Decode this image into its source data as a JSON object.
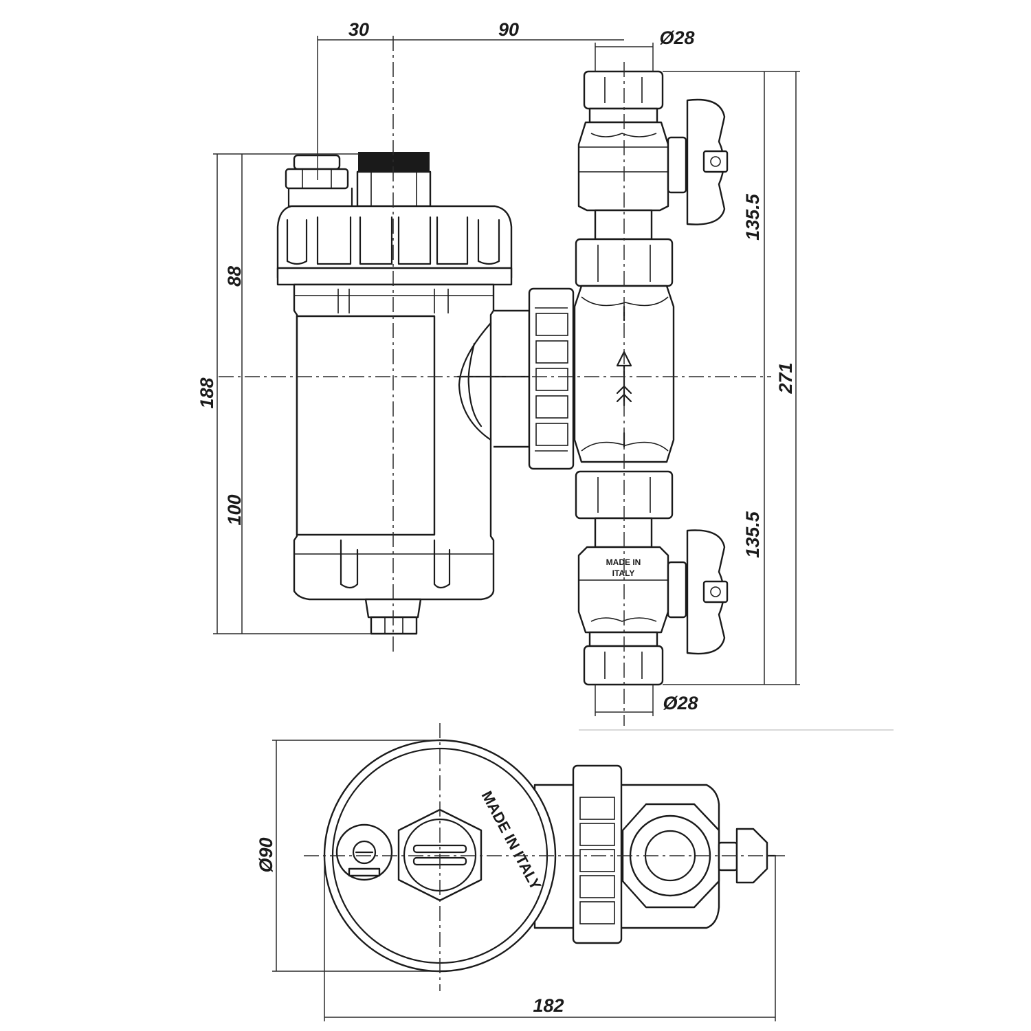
{
  "dimensions": {
    "top_offset": "30",
    "center_distance": "90",
    "top_pipe_diameter": "Ø28",
    "bottom_pipe_diameter": "Ø28",
    "upper_valve_height": "135.5",
    "lower_valve_height": "135.5",
    "total_valve_height": "271",
    "overall_filter_height": "188",
    "upper_filter_height": "88",
    "lower_filter_height": "100",
    "body_diameter": "Ø90",
    "overall_width": "182"
  },
  "markings": {
    "top_cap_text": "MADE IN ITALY",
    "valve_stamp_line1": "MADE IN",
    "valve_stamp_line2": "ITALY"
  }
}
